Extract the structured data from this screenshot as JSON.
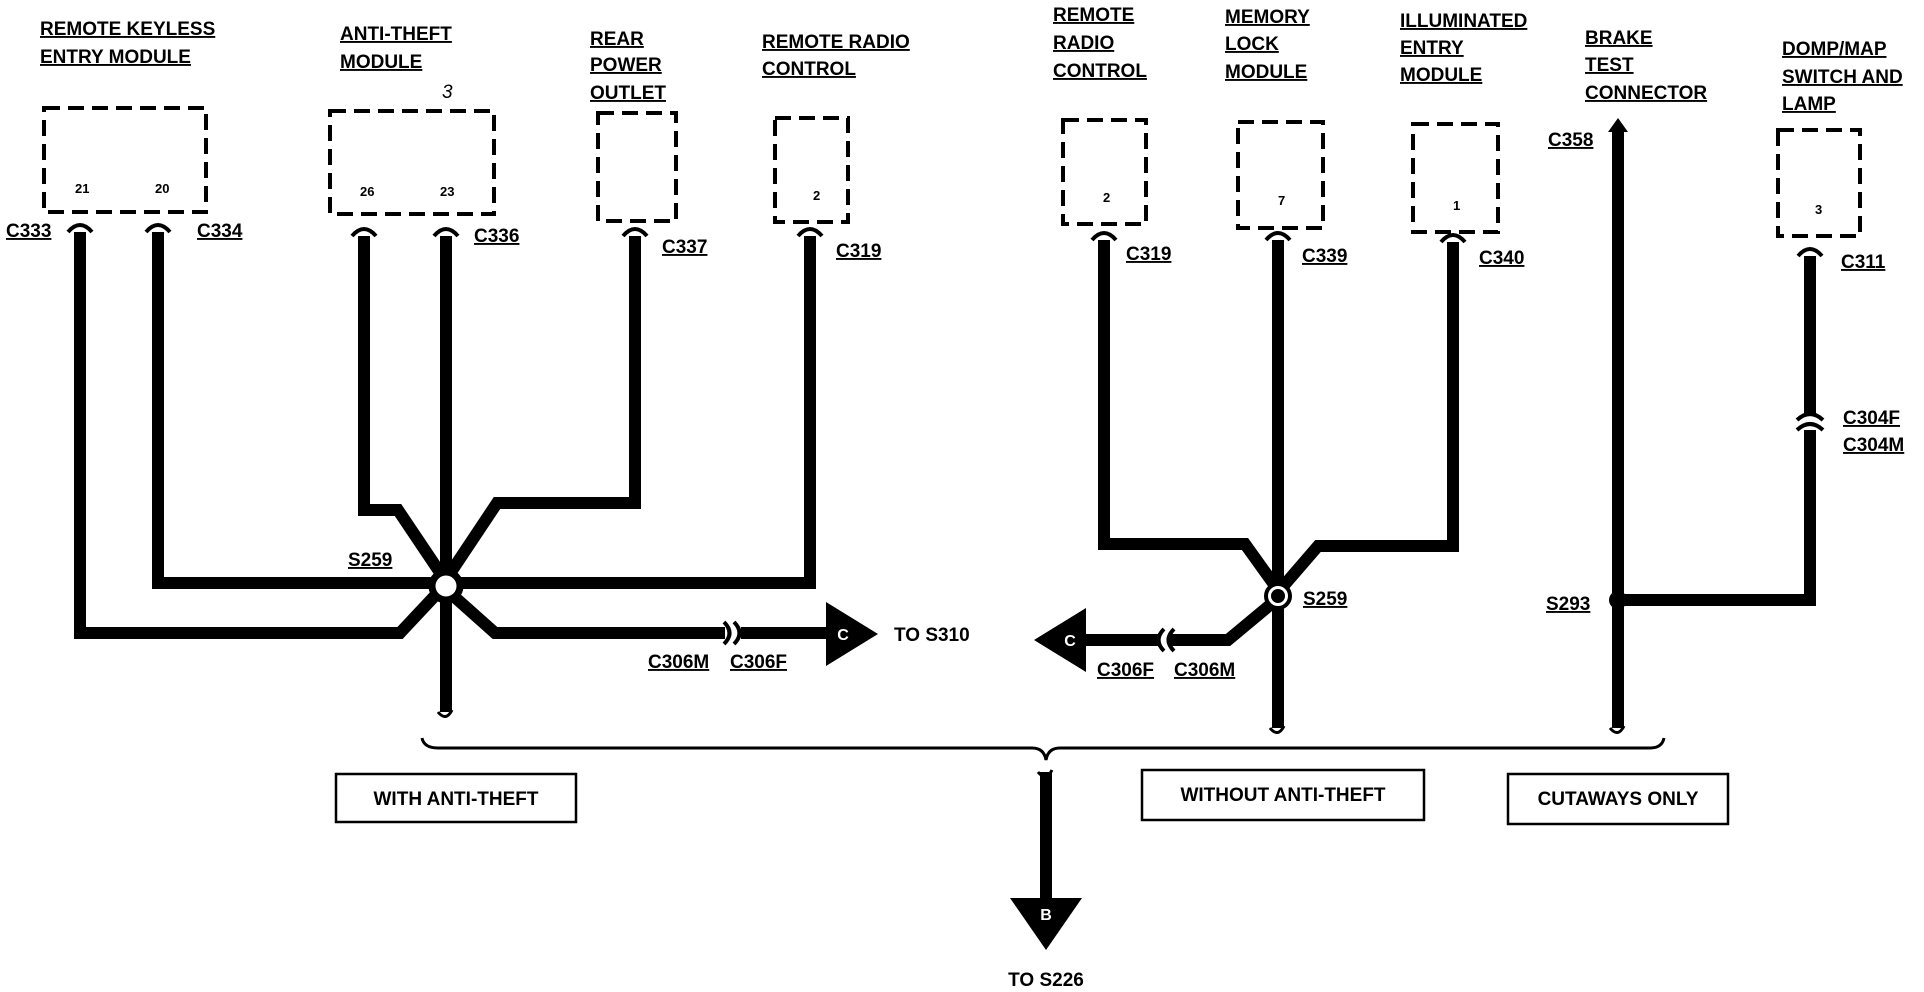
{
  "components": [
    {
      "id": "rke",
      "name_lines": [
        "REMOTE KEYLESS",
        "ENTRY MODULE"
      ],
      "pins": [
        "21",
        "20"
      ],
      "connectors": [
        "C333",
        "C334"
      ]
    },
    {
      "id": "atm",
      "name_lines": [
        "ANTI-THEFT",
        "MODULE"
      ],
      "note": "3",
      "pins": [
        "26",
        "23"
      ],
      "connectors": [
        "C336"
      ]
    },
    {
      "id": "rpo",
      "name_lines": [
        "REAR",
        "POWER",
        "OUTLET"
      ],
      "connectors": [
        "C337"
      ]
    },
    {
      "id": "rrc1",
      "name_lines": [
        "REMOTE RADIO",
        "CONTROL"
      ],
      "pins": [
        "2"
      ],
      "connectors": [
        "C319"
      ]
    },
    {
      "id": "rrc2",
      "name_lines": [
        "REMOTE",
        "RADIO",
        "CONTROL"
      ],
      "pins": [
        "2"
      ],
      "connectors": [
        "C319"
      ]
    },
    {
      "id": "mlm",
      "name_lines": [
        "MEMORY",
        "LOCK",
        "MODULE"
      ],
      "pins": [
        "7"
      ],
      "connectors": [
        "C339"
      ]
    },
    {
      "id": "iem",
      "name_lines": [
        "ILLUMINATED",
        "ENTRY",
        "MODULE"
      ],
      "pins": [
        "1"
      ],
      "connectors": [
        "C340"
      ]
    },
    {
      "id": "btc",
      "name_lines": [
        "BRAKE",
        "TEST",
        "CONNECTOR"
      ],
      "connectors": [
        "C358"
      ]
    },
    {
      "id": "dml",
      "name_lines": [
        "DOMP/MAP",
        "SWITCH AND",
        "LAMP"
      ],
      "pins": [
        "3"
      ],
      "connectors": [
        "C311",
        "C304F",
        "C304M"
      ]
    }
  ],
  "splices": {
    "left": "S259",
    "right": "S259",
    "cutaway": "S293"
  },
  "inline_connectors": {
    "left": [
      "C306M",
      "C306F"
    ],
    "right": [
      "C306F",
      "C306M"
    ]
  },
  "destinations": {
    "left_arrow_letter": "C",
    "left_arrow_text": "TO S310",
    "right_arrow_letter": "C",
    "bottom_arrow_letter": "B",
    "bottom_arrow_text": "TO S226"
  },
  "groups": [
    "WITH ANTI-THEFT",
    "WITHOUT ANTI-THEFT",
    "CUTAWAYS ONLY"
  ],
  "colors": {
    "ink": "#000000",
    "paper": "#ffffff"
  }
}
